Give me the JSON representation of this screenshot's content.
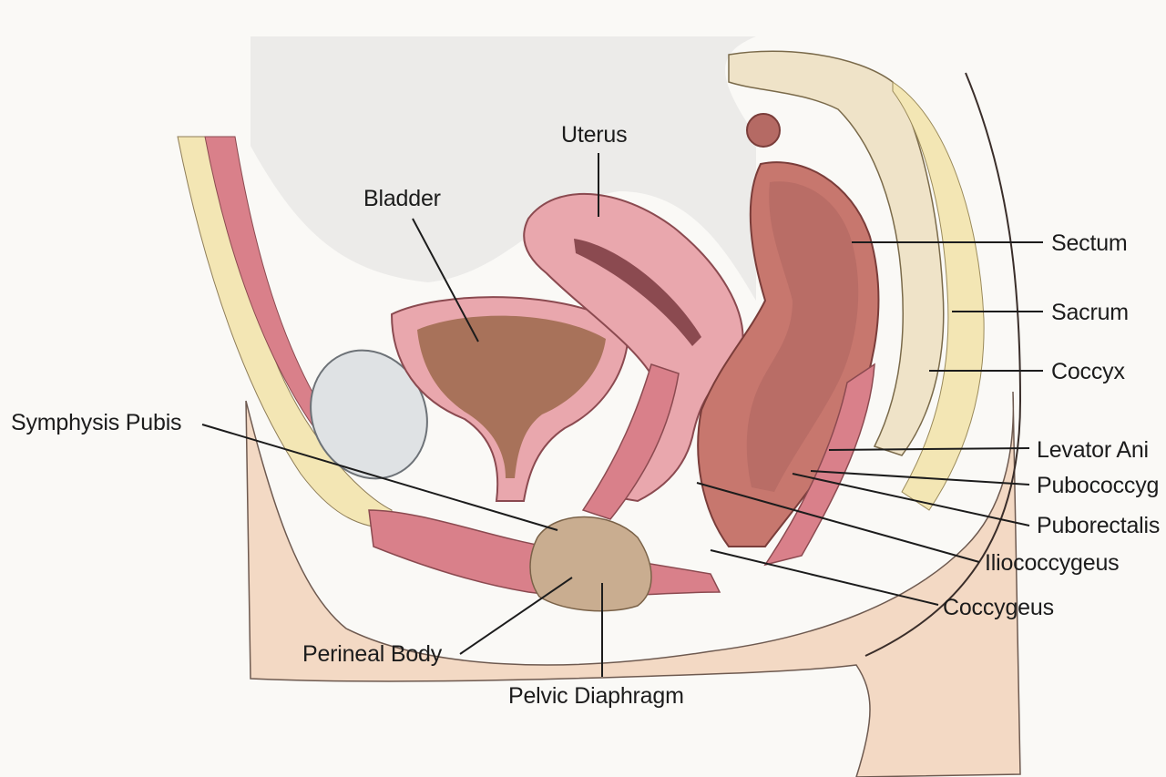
{
  "labels": {
    "uterus": "Uterus",
    "bladder": "Bladder",
    "sectum": "Sectum",
    "sacrum": "Sacrum",
    "coccyx": "Coccyx",
    "symphysis_pubis": "Symphysis Pubis",
    "levator_ani": "Levator Ani",
    "pubococcygeus": "Pubococcyg",
    "puborectalis": "Puborectalis",
    "iliococcygeus": "Iliococcygeus",
    "coccygeus": "Coccygeus",
    "perineal_body": "Perineal Body",
    "pelvic_diaphragm": "Pelvic Diaphragm"
  },
  "colors": {
    "background": "#faf9f6",
    "skin": "#f3d9c4",
    "fat": "#f3e6b4",
    "muscle": "#d9808a",
    "organ_lining": "#e9a7ad",
    "bladder_lumen": "#a8725a",
    "rectum": "#c7776e",
    "bone": "#efe3c8",
    "pubic_pad": "#dfe2e4",
    "peritoneum": "#e4e4e2",
    "perineal_body": "#c9ad90",
    "leader_line": "#1c1c1c"
  }
}
